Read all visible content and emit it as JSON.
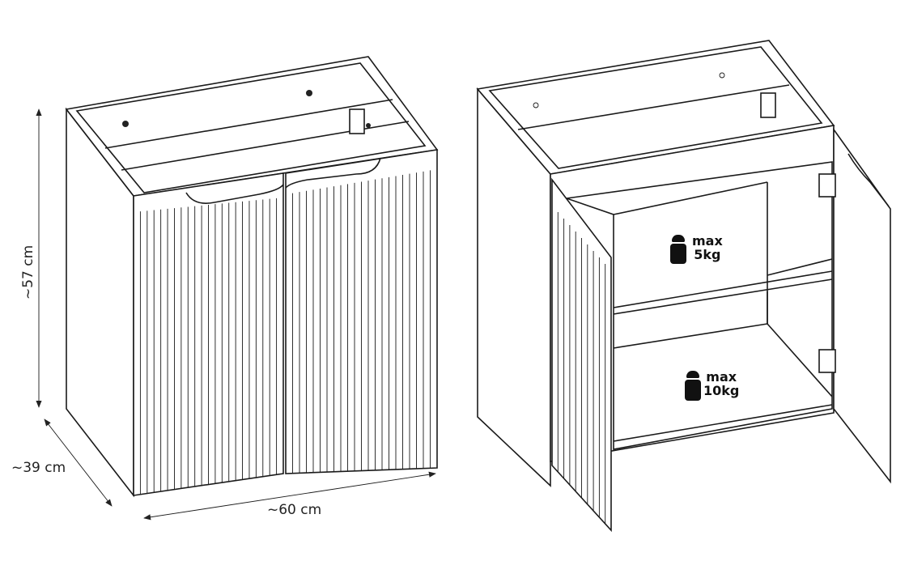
{
  "dimensions": {
    "height": "~57 cm",
    "depth": "~39 cm",
    "width": "~60 cm"
  },
  "shelves": [
    {
      "line1": "max",
      "line2": "5kg"
    },
    {
      "line1": "max",
      "line2": "10kg"
    }
  ],
  "icons": {
    "weight": "weight-icon"
  }
}
